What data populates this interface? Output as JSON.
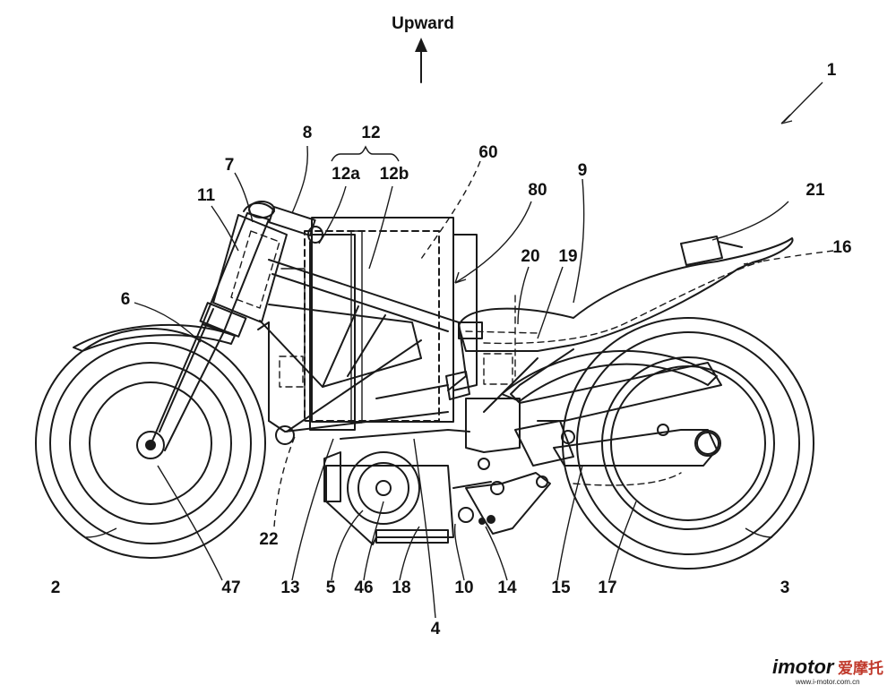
{
  "direction": {
    "label": "Upward"
  },
  "labels": {
    "l1": "1",
    "l2": "2",
    "l3": "3",
    "l4": "4",
    "l5": "5",
    "l6": "6",
    "l7": "7",
    "l8": "8",
    "l9": "9",
    "l10": "10",
    "l11": "11",
    "l12": "12",
    "l12a": "12a",
    "l12b": "12b",
    "l13": "13",
    "l14": "14",
    "l15": "15",
    "l16": "16",
    "l17": "17",
    "l18": "18",
    "l19": "19",
    "l20": "20",
    "l21": "21",
    "l22": "22",
    "l46": "46",
    "l47": "47",
    "l60": "60",
    "l80": "80"
  },
  "watermark": {
    "brand": "imotor",
    "cn": "爱摩托",
    "url": "www.i-motor.com.cn"
  }
}
